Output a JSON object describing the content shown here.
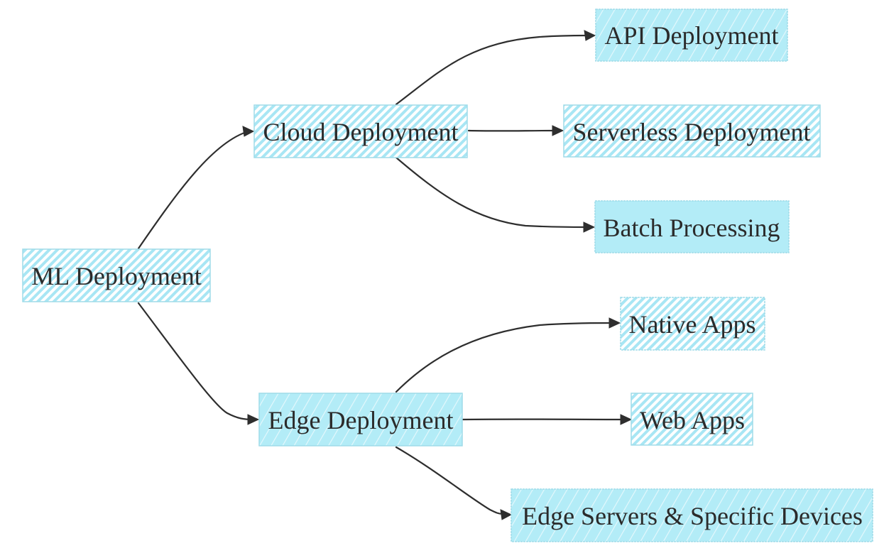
{
  "diagram": {
    "title": "ML Deployment",
    "colors": {
      "node_fill_solid": "#b3ecf7",
      "node_fill_hatch": "#a8e6f4",
      "node_border": "#9fdbe8",
      "edge": "#2e2e2e",
      "text": "#2b2b2b"
    },
    "nodes": [
      {
        "id": "ml",
        "label": "ML Deployment",
        "fill": "hatch"
      },
      {
        "id": "cloud",
        "label": "Cloud Deployment",
        "fill": "hatch"
      },
      {
        "id": "edge",
        "label": "Edge Deployment",
        "fill": "solid-light-hatch"
      },
      {
        "id": "api",
        "label": "API Deployment",
        "fill": "solid-light-hatch"
      },
      {
        "id": "serverless",
        "label": "Serverless Deployment",
        "fill": "hatch"
      },
      {
        "id": "batch",
        "label": "Batch Processing",
        "fill": "solid"
      },
      {
        "id": "native",
        "label": "Native Apps",
        "fill": "hatch"
      },
      {
        "id": "web",
        "label": "Web Apps",
        "fill": "hatch"
      },
      {
        "id": "edgeservers",
        "label": "Edge Servers & Specific Devices",
        "fill": "solid-light-hatch"
      }
    ],
    "edges": [
      {
        "from": "ml",
        "to": "cloud"
      },
      {
        "from": "ml",
        "to": "edge"
      },
      {
        "from": "cloud",
        "to": "api"
      },
      {
        "from": "cloud",
        "to": "serverless"
      },
      {
        "from": "cloud",
        "to": "batch"
      },
      {
        "from": "edge",
        "to": "native"
      },
      {
        "from": "edge",
        "to": "web"
      },
      {
        "from": "edge",
        "to": "edgeservers"
      }
    ]
  }
}
